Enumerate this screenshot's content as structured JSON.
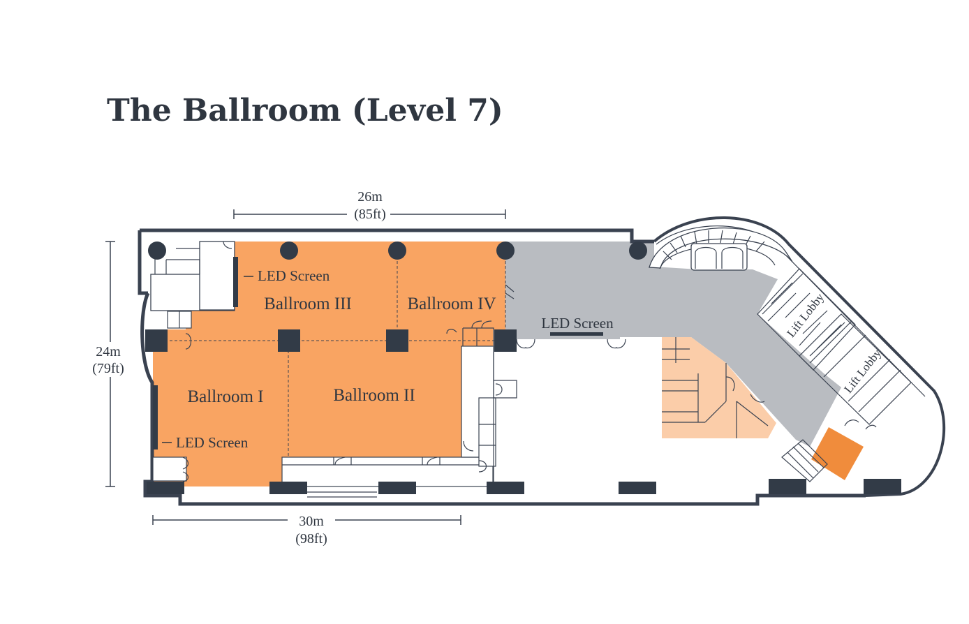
{
  "title": "The Ballroom (Level 7)",
  "dimensions": {
    "top": {
      "metric": "26m",
      "imperial": "(85ft)"
    },
    "left": {
      "metric": "24m",
      "imperial": "(79ft)"
    },
    "bottom": {
      "metric": "30m",
      "imperial": "(98ft)"
    }
  },
  "rooms": {
    "ballroom_1": "Ballroom I",
    "ballroom_2": "Ballroom II",
    "ballroom_3": "Ballroom III",
    "ballroom_4": "Ballroom IV"
  },
  "screens": {
    "screen_top": "LED Screen",
    "screen_left": "LED Screen",
    "screen_foyer": "LED Screen"
  },
  "lobbies": {
    "lift_lobby_1": "Lift Lobby",
    "lift_lobby_2": "Lift Lobby"
  },
  "colors": {
    "ballroom": "#f9a462",
    "foyer": "#b9bcc1",
    "service": "#fbcda9",
    "accent": "#f08c3c",
    "wall": "#3a4250",
    "column": "#323b47"
  }
}
